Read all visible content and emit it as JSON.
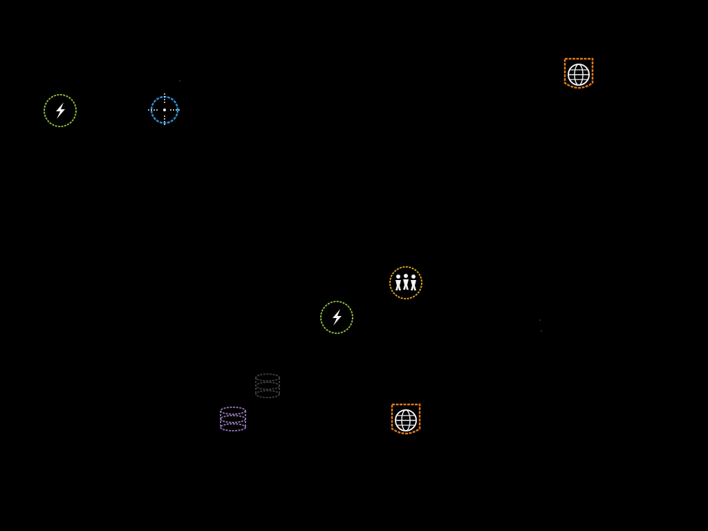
{
  "scene": {
    "background": "#000000"
  },
  "palette": {
    "lightning": "#8dbb3c",
    "target": "#2e8fd0",
    "globe": "#e07a1c",
    "people": "#d9a21e",
    "database_purple": "#8a6fa8",
    "database_dark": "#3a3a3a",
    "glyph": "#f2f2f2"
  },
  "tokens": [
    {
      "icon": "lightning-icon",
      "color_key": "lightning"
    },
    {
      "icon": "crosshair-target-icon",
      "color_key": "target"
    },
    {
      "icon": "globe-icon",
      "color_key": "globe"
    },
    {
      "icon": "people-icon",
      "color_key": "people"
    },
    {
      "icon": "lightning-icon",
      "color_key": "lightning"
    },
    {
      "icon": "database-icon",
      "color_key": "database_dark"
    },
    {
      "icon": "database-icon",
      "color_key": "database_purple"
    },
    {
      "icon": "globe-icon",
      "color_key": "globe"
    }
  ]
}
